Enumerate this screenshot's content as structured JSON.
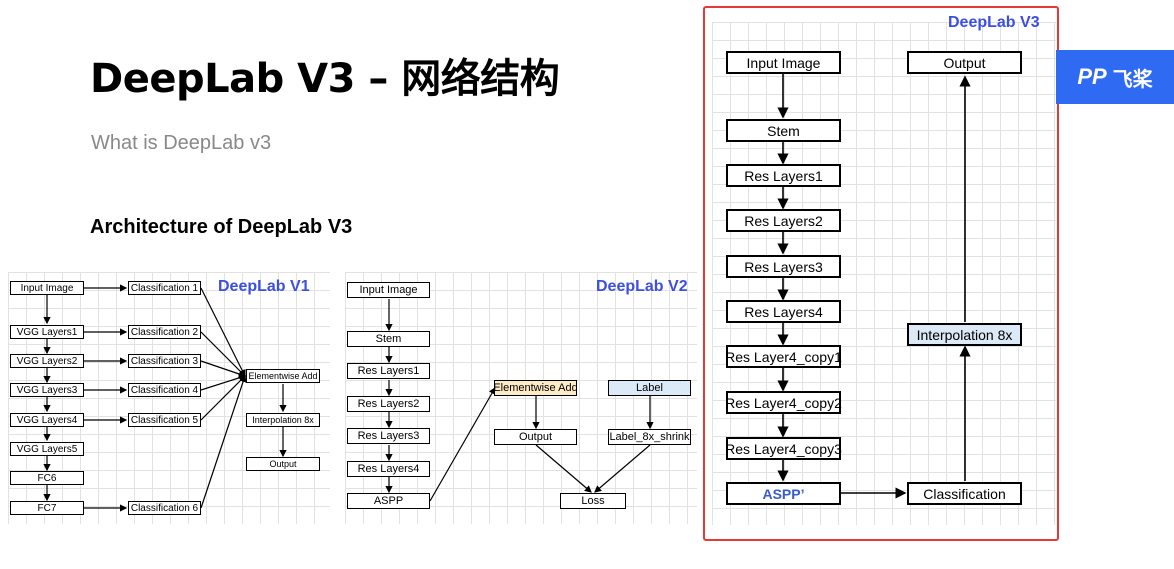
{
  "slide": {
    "title": "DeepLab V3 – 网络结构",
    "subtitle": "What is DeepLab v3",
    "section": "Architecture of DeepLab V3"
  },
  "logo": {
    "mark": "PP",
    "text": "飞桨"
  },
  "colors": {
    "label_blue": "#3b4fe0",
    "highlight_red": "#e53935",
    "add_fill": "#fdebc6",
    "label_fill": "#dce9f6",
    "interp_fill": "#dce9f6",
    "aspp_text": "#3a5bd0"
  },
  "v1": {
    "label": "DeepLab V1",
    "input": "Input Image",
    "vgg1": "VGG Layers1",
    "vgg2": "VGG Layers2",
    "vgg3": "VGG Layers3",
    "vgg4": "VGG Layers4",
    "vgg5": "VGG Layers5",
    "fc6": "FC6",
    "fc7": "FC7",
    "cls1": "Classification 1",
    "cls2": "Classification 2",
    "cls3": "Classification 3",
    "cls4": "Classification 4",
    "cls5": "Classification 5",
    "cls6": "Classification 6",
    "add": "Elementwise Add",
    "interp": "Interpolation 8x",
    "output": "Output"
  },
  "v2": {
    "label": "DeepLab V2",
    "input": "Input Image",
    "stem": "Stem",
    "res1": "Res Layers1",
    "res2": "Res Layers2",
    "res3": "Res Layers3",
    "res4": "Res Layers4",
    "aspp": "ASPP",
    "add": "Elementwise Add",
    "output": "Output",
    "label_box": "Label",
    "shrink": "Label_8x_shrink",
    "loss": "Loss"
  },
  "v3": {
    "label": "DeepLab V3",
    "input": "Input Image",
    "stem": "Stem",
    "res1": "Res Layers1",
    "res2": "Res Layers2",
    "res3": "Res Layers3",
    "res4": "Res Layers4",
    "copy1": "Res Layer4_copy1",
    "copy2": "Res Layer4_copy2",
    "copy3": "Res Layer4_copy3",
    "aspp": "ASPP’",
    "cls": "Classification",
    "interp": "Interpolation 8x",
    "output": "Output"
  }
}
